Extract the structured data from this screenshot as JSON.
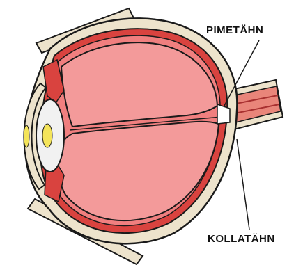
{
  "labels": {
    "top": "PIMETÄHN",
    "bottom": "KOLLATÄHN"
  },
  "colors": {
    "outline": "#1a1a1a",
    "sclera": "#ede3cc",
    "choroid": "#d9433f",
    "retina": "#f07f7f",
    "vitreous": "#f39a9a",
    "lens": "#f1f1f1",
    "lens_core": "#f4e45a",
    "background": "#ffffff"
  },
  "structures": [
    "sclera",
    "choroid",
    "retina",
    "vitreous-body",
    "lens",
    "cornea",
    "optic-nerve",
    "blind-spot",
    "yellow-spot"
  ]
}
